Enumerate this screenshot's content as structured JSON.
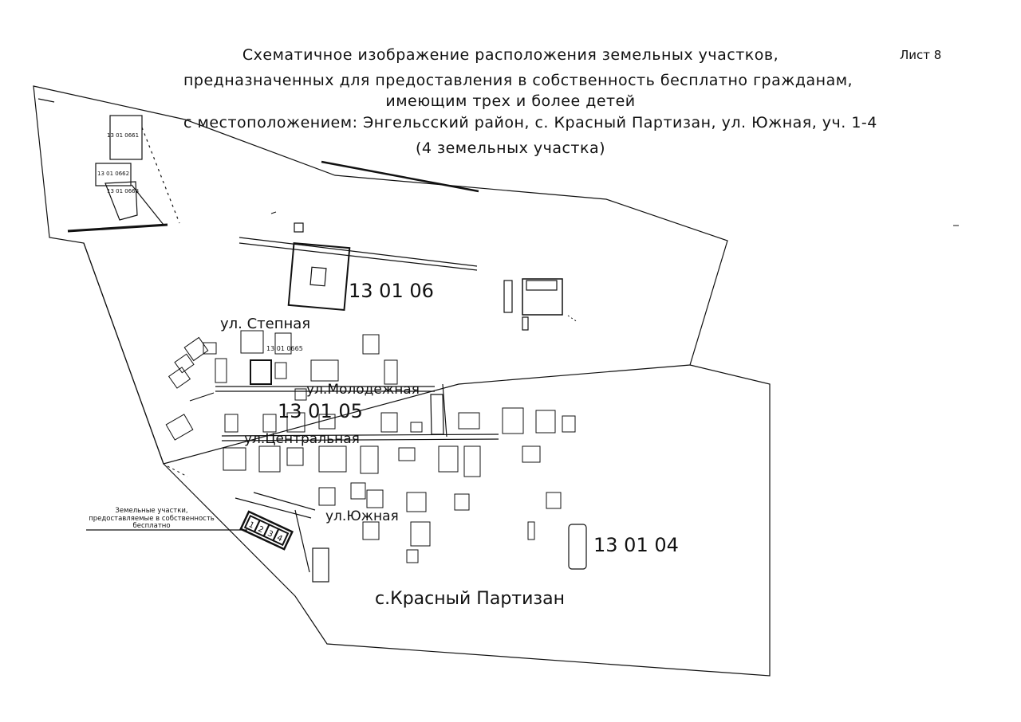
{
  "header": {
    "title_line1": "Схематичное изображение расположения земельных участков,",
    "title_line2": "предназначенных для предоставления в собственность бесплатно гражданам,",
    "title_line3": "имеющим трех и более детей",
    "title_line4": "с местоположением: Энгельсский район, с. Красный Партизан, ул. Южная, уч. 1-4",
    "title_line5": "(4 земельных участка)",
    "sheet_number": "Лист 8"
  },
  "map": {
    "quarters": {
      "q130106": "13 01 06",
      "q130105": "13 01 05",
      "q130104": "13 01 04"
    },
    "small_parcels": {
      "p1": "13 01 0661",
      "p2": "13 01 0662",
      "p3": "13 01 0663",
      "p4": "13 01 0665"
    },
    "streets": {
      "stepnaya": "ул. Степная",
      "molodezhnaya": "ул.Молодежная",
      "tsentralnaya": "ул.Центральная",
      "yuzhnaya": "ул.Южная"
    },
    "village": "с.Красный Партизан",
    "legend": {
      "line1": "Земельные участки,",
      "line2": "предоставляемые в собственность",
      "line3": "бесплатно"
    },
    "plot_numbers": [
      "1",
      "2",
      "3",
      "4"
    ],
    "line_color": "#111111"
  }
}
